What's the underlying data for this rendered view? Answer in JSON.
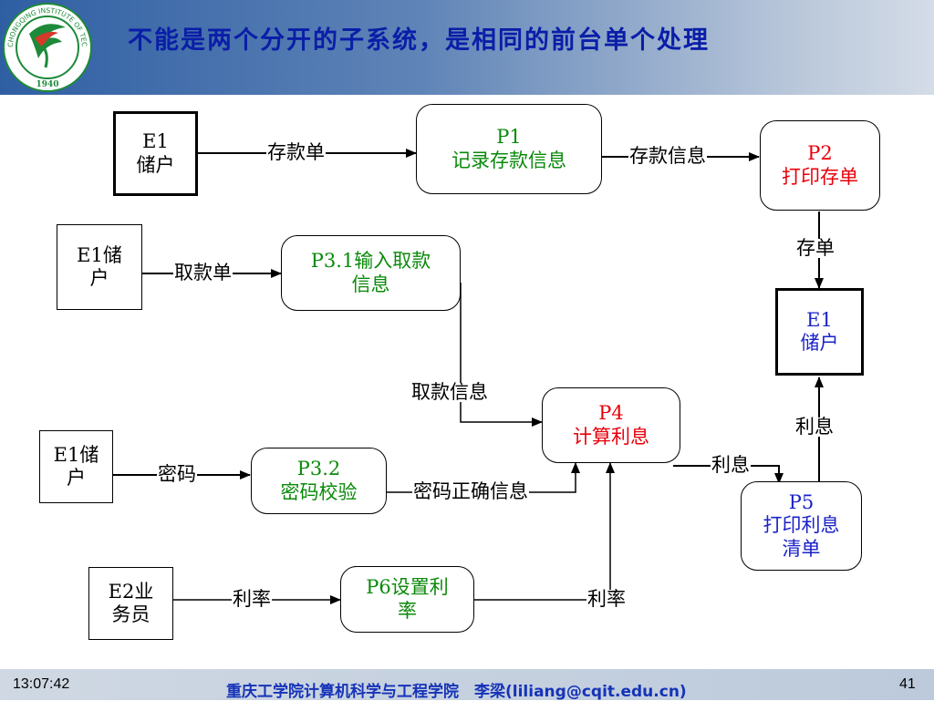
{
  "slide": {
    "title": "不能是两个分开的子系统，是相同的前台单个处理",
    "logo_text": "CHONGQING INSTITUTE OF TECHNOLOGY",
    "logo_year": "1940"
  },
  "footer": {
    "time": "13:07:42",
    "credit": "重庆工学院计算机科学与工程学院　李梁(liliang@cqit.edu.cn)",
    "page": "41"
  },
  "nodes": {
    "e1_top": {
      "line1": "E1",
      "line2": "储户"
    },
    "p1": {
      "line1": "P1",
      "line2": "记录存款信息"
    },
    "p2": {
      "line1": "P2",
      "line2": "打印存单"
    },
    "e1_mid": {
      "line1": "E1储",
      "line2": "户"
    },
    "p31": {
      "line1": "P3.1输入取款",
      "line2": "信息"
    },
    "e1_right": {
      "line1": "E1",
      "line2": "储户"
    },
    "p4": {
      "line1": "P4",
      "line2": "计算利息"
    },
    "e1_low": {
      "line1": "E1储",
      "line2": "户"
    },
    "p32": {
      "line1": "P3.2",
      "line2": "密码校验"
    },
    "p5": {
      "line1": "P5",
      "line2": "打印利息",
      "line3": "清单"
    },
    "e2": {
      "line1": "E2业",
      "line2": "务员"
    },
    "p6": {
      "line1": "P6设置利",
      "line2": "率"
    }
  },
  "flows": {
    "deposit_slip": "存款单",
    "deposit_info": "存款信息",
    "passbook": "存单",
    "withdraw_slip": "取款单",
    "withdraw_info": "取款信息",
    "interest_up": "利息",
    "interest_right": "利息",
    "password": "密码",
    "password_ok": "密码正确信息",
    "rate_in": "利率",
    "rate_out": "利率"
  }
}
